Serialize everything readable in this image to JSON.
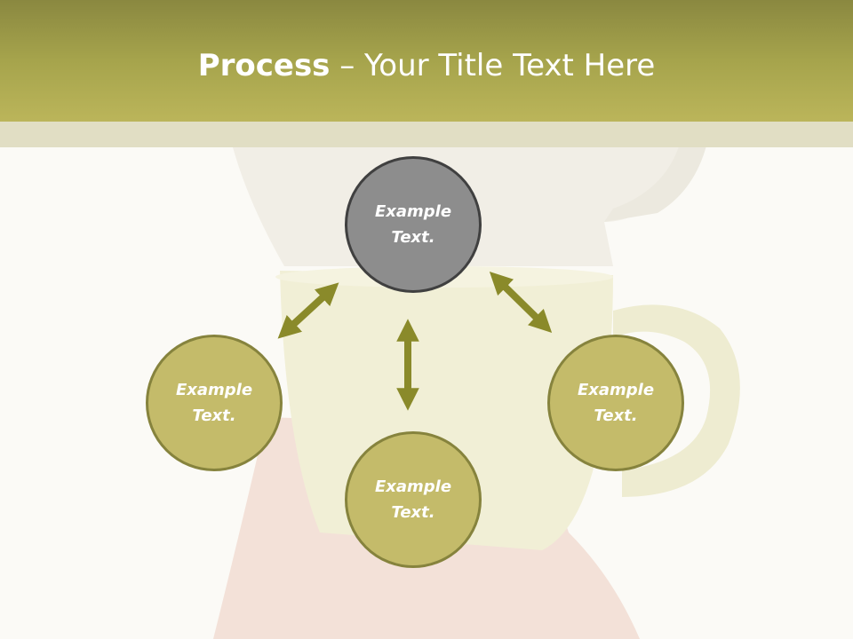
{
  "title": {
    "bold": "Process",
    "rest": " – Your Title Text Here"
  },
  "nodes": [
    {
      "id": "top",
      "text": "Example\nText."
    },
    {
      "id": "left",
      "text": "Example\nText."
    },
    {
      "id": "right",
      "text": "Example\nText."
    },
    {
      "id": "bottom",
      "text": "Example\nText."
    }
  ],
  "colors": {
    "header": "#a6a44c",
    "node_fill": "#c4bb6a",
    "node_border": "#86833d",
    "center_fill": "#8d8d8d",
    "arrow": "#8a8a2a"
  }
}
